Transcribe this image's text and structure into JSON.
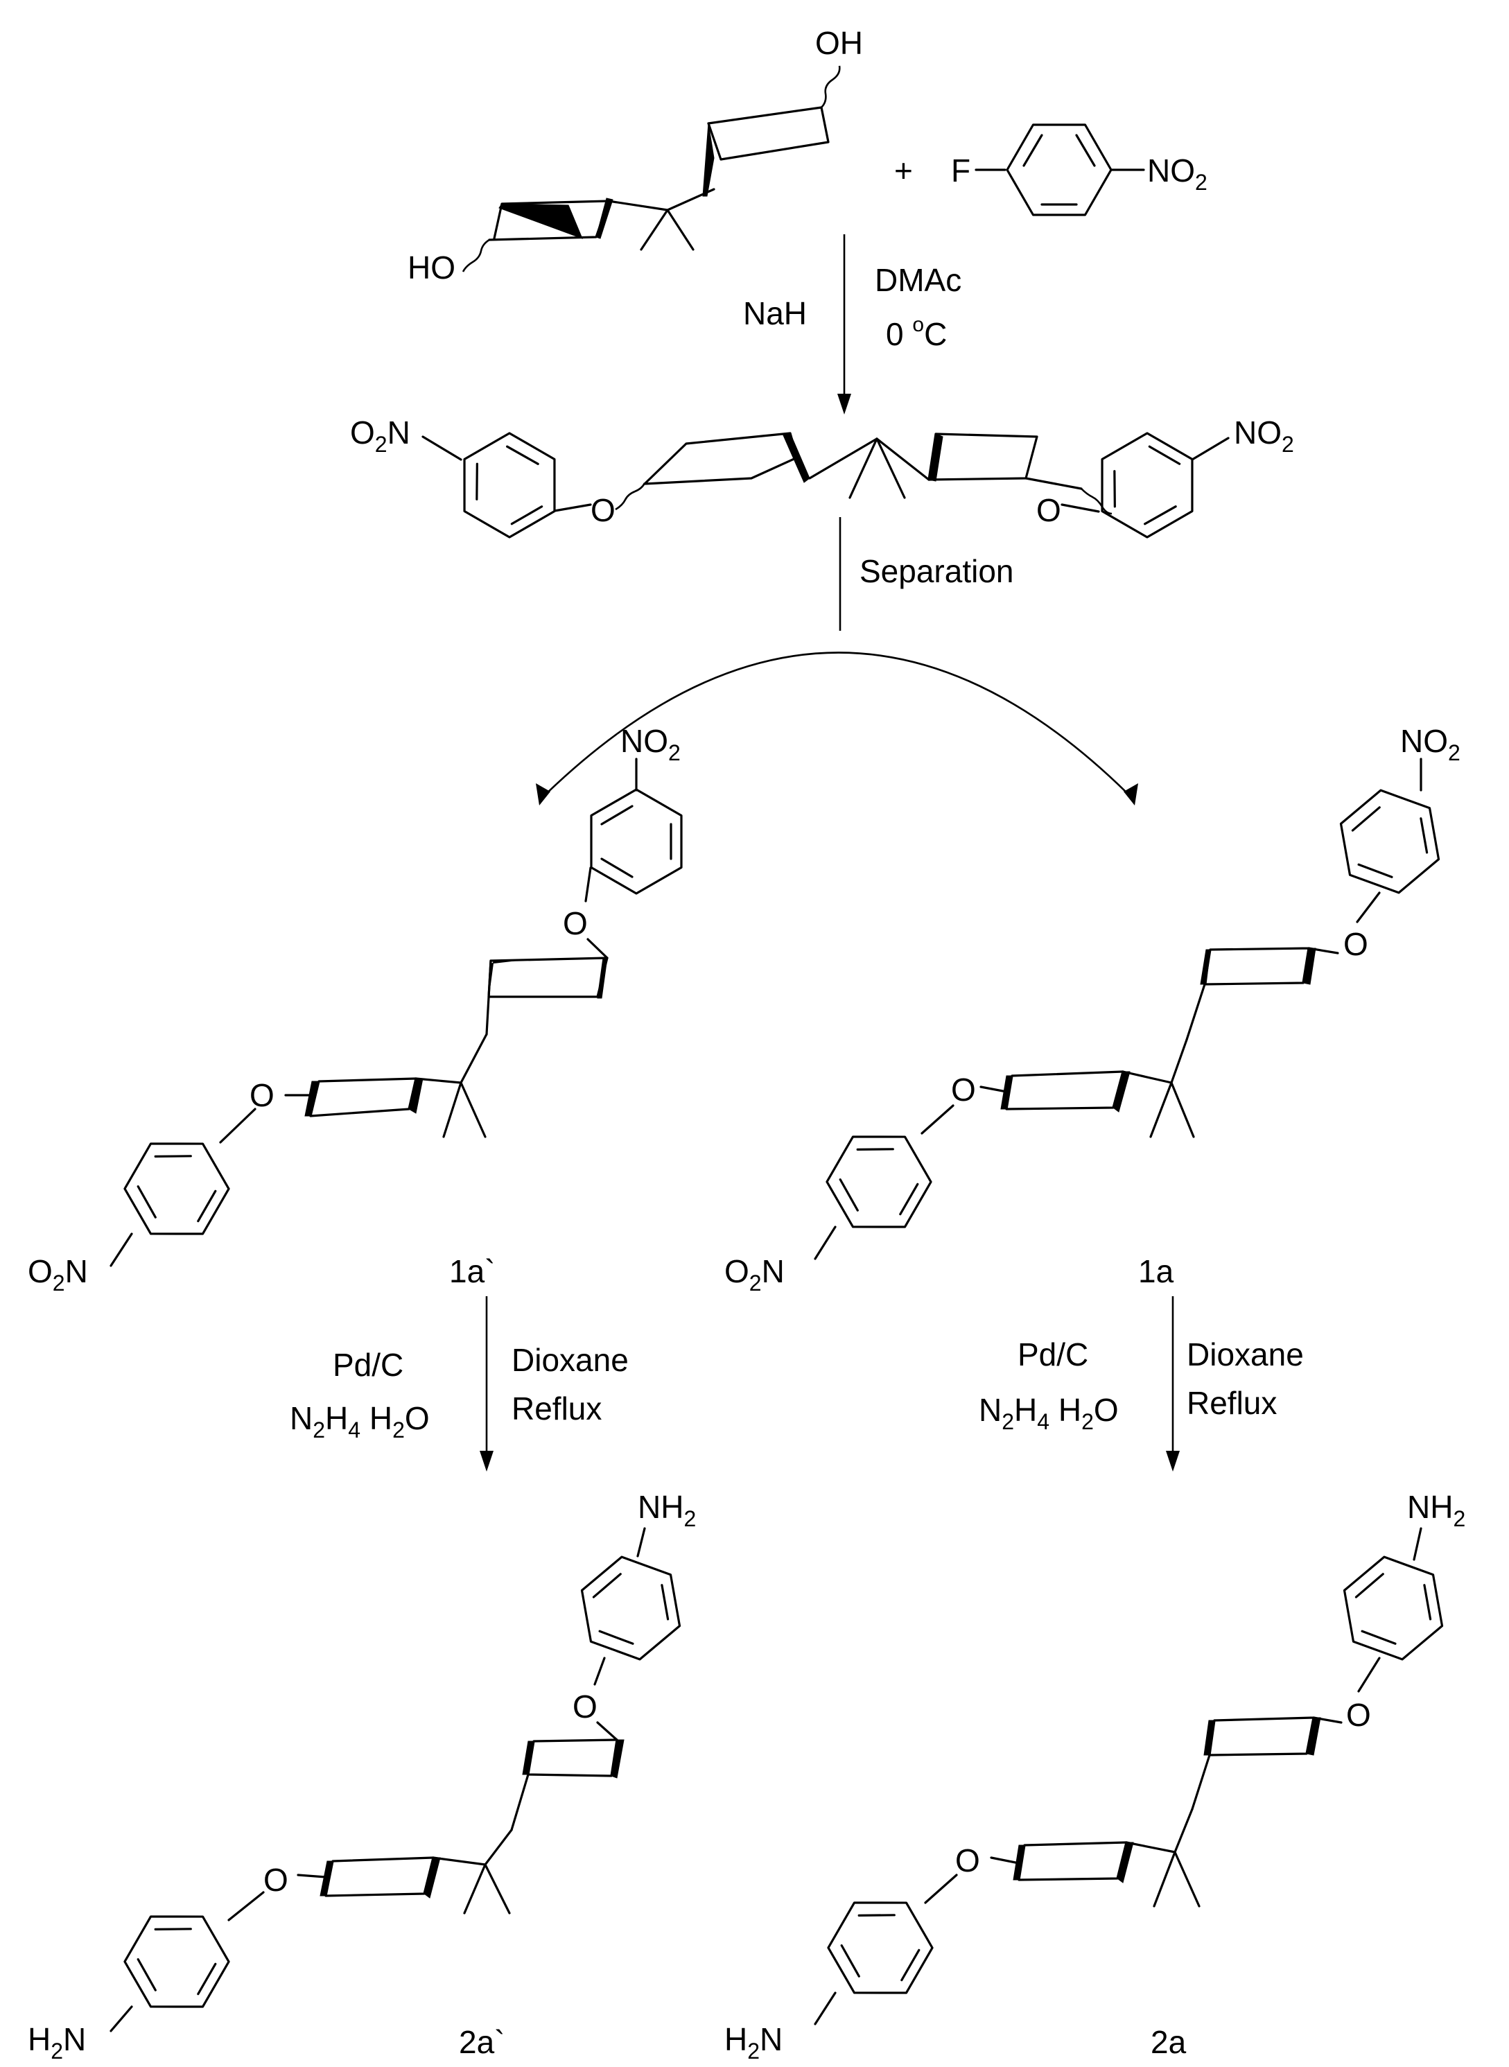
{
  "groups": {
    "oh": "OH",
    "ho": "HO",
    "f": "F",
    "plus": "+",
    "no2": "NO2",
    "o2n": "O2N",
    "o": "O",
    "nh2": "NH2",
    "h2n": "H2N"
  },
  "step1": {
    "base": "NaH",
    "solvent": "DMAc",
    "temperature": "0 oC"
  },
  "step2": {
    "label": "Separation"
  },
  "step3": {
    "catalyst": "Pd/C",
    "reductant": "N2H4 H2O",
    "solvent": "Dioxane",
    "condition": "Reflux"
  },
  "compounds": {
    "nitro_left": "1a`",
    "nitro_right": "1a",
    "amine_left": "2a`",
    "amine_right": "2a"
  }
}
